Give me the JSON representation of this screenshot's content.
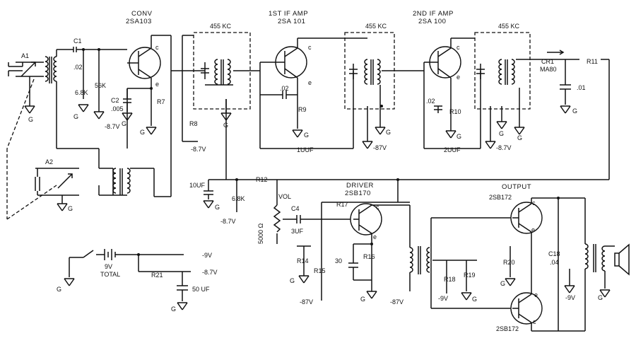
{
  "stages": {
    "conv": {
      "title": "CONV",
      "transistor": "2SA103"
    },
    "if1": {
      "title": "1ST IF AMP",
      "transistor": "2SA 101"
    },
    "if2": {
      "title": "2ND IF AMP",
      "transistor": "2SA 100"
    },
    "driver": {
      "title": "DRIVER",
      "transistor": "2SB170"
    },
    "output": {
      "title": "OUTPUT",
      "transistor_top": "2SB172",
      "transistor_bottom": "2SB172"
    }
  },
  "if_transformers": [
    "455 KC",
    "455 KC",
    "455 KC"
  ],
  "components": {
    "a1": "A1",
    "a2": "A2",
    "c1": "C1",
    "c1_val": ".02",
    "r_56k": "56K",
    "r_68k": "6.8K",
    "c2": "C2",
    "c2_val": ".005",
    "r7": "R7",
    "r8": "R8",
    "c_02a": ".02",
    "r9": "R9",
    "c_1uf": "1UUF",
    "c_02b": ".02",
    "r10": "R10",
    "c_2uf": "2UUF",
    "cr1": "CR1",
    "cr1_type": "MA80",
    "r11": "R11",
    "c_01": ".01",
    "c_10uf": "10UF",
    "r12": "R12",
    "r12_val": "6.8K",
    "vol": "VOL",
    "vol_val": "5000 Ω",
    "c4": "C4",
    "c4_val": "3UF",
    "r17": "R17",
    "r14": "R14",
    "r15": "R15",
    "c_30": "30",
    "r16": "R16",
    "r18": "R18",
    "r19": "R19",
    "r20": "R20",
    "c18": "C18",
    "c18_val": ".04",
    "r21": "R21",
    "c_50uf": "50 UF",
    "battery": "9V",
    "battery_note": "TOTAL"
  },
  "pin_labels": {
    "collector": "c",
    "emitter": "e"
  },
  "ground": "G",
  "voltages": {
    "minus_87": "-8.7V",
    "minus_87_alt": "-87V",
    "minus_9": "-9V",
    "minus_9_alt": "-9V"
  }
}
